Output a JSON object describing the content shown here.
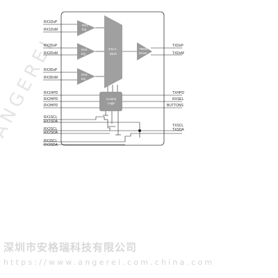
{
  "left_pins": {
    "rx1dp": "RX1DxP",
    "rx1dm": "RX1DxM",
    "rx2dp": "RX2DxP",
    "rx2dm": "RX2DxM",
    "rx3dp": "RX3DxP",
    "rx3dm": "RX3DxM",
    "rx1hpd": "RX1HPD",
    "rx2hpd": "RX2HPD",
    "rx3hpd": "RX3HPD",
    "rx1scl": "RX1SCL",
    "rx1sda": "RX1SDA",
    "rx2scl": "RX2SCL",
    "rx2sda": "RX2SDA",
    "rx3scl": "RX3SCL",
    "rx3sda": "RX3SDA"
  },
  "right_pins": {
    "txdp": "TXDxP",
    "txdm": "TXDxM",
    "txhpd": "TXHPD",
    "rxsel": "RXSEL",
    "buttons": "BUTTONS",
    "txscl": "TXSCL",
    "txsda": "TXSDA"
  },
  "blocks": {
    "rx1_eq": [
      "RX1",
      "EQ"
    ],
    "rx2_eq": [
      "RX2",
      "EQ"
    ],
    "rx3_eq": [
      "RX3",
      "EQ"
    ],
    "mux": [
      "3-to-1",
      "MUX"
    ],
    "tmds_driver": [
      "TMDS",
      "Driver"
    ],
    "control_logic": [
      "Control",
      "Logic"
    ]
  },
  "watermark": {
    "diagonal": "ANGEREI",
    "company": "深圳市安格瑞科技有限公司",
    "url": "https://www.angerei.com.china.com"
  },
  "colors": {
    "block_gray": "#9a9a9a",
    "line": "#1a1a1a",
    "border": "#333333",
    "watermark": "#e2e2e2"
  }
}
